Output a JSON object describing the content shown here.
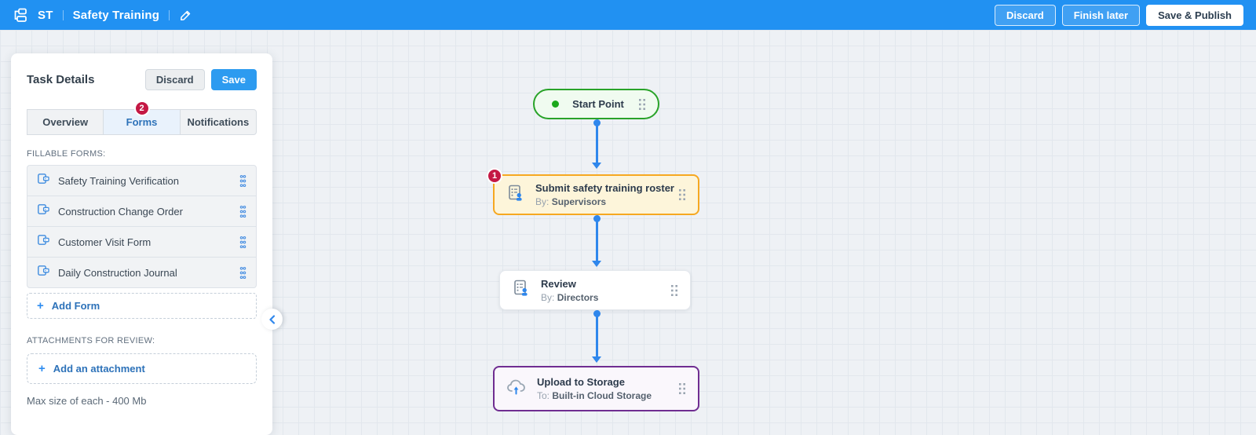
{
  "header": {
    "app_initials": "ST",
    "title": "Safety Training",
    "buttons": {
      "discard": "Discard",
      "finish_later": "Finish later",
      "save_publish": "Save & Publish"
    }
  },
  "panel": {
    "title": "Task Details",
    "buttons": {
      "discard": "Discard",
      "save": "Save"
    },
    "tabs": [
      {
        "label": "Overview",
        "active": false
      },
      {
        "label": "Forms",
        "active": true,
        "badge": "2"
      },
      {
        "label": "Notifications",
        "active": false
      }
    ],
    "fillable_forms_label": "FILLABLE FORMS:",
    "forms": [
      {
        "label": "Safety Training Verification"
      },
      {
        "label": "Construction Change Order"
      },
      {
        "label": "Customer Visit Form"
      },
      {
        "label": "Daily Construction Journal"
      }
    ],
    "add_form_label": "Add Form",
    "attachments_label": "ATTACHMENTS FOR REVIEW:",
    "add_attachment_label": "Add an attachment",
    "max_size_note": "Max size of each - 400 Mb",
    "plus_glyph": "+"
  },
  "canvas": {
    "nodes": [
      {
        "type": "start",
        "label": "Start Point"
      },
      {
        "type": "task",
        "badge": "1",
        "title": "Submit safety training roster",
        "meta_label": "By:",
        "meta_value": "Supervisors"
      },
      {
        "type": "task",
        "title": "Review",
        "meta_label": "By:",
        "meta_value": "Directors"
      },
      {
        "type": "storage",
        "title": "Upload to Storage",
        "meta_label": "To:",
        "meta_value": "Built-in Cloud Storage"
      }
    ]
  },
  "icons": {
    "logo": "workflow-icon",
    "edit": "pencil-icon",
    "form_row": "form-field-icon",
    "row_handle": "drag-handle-icon",
    "task_node": "task-assignee-icon",
    "storage_node": "cloud-upload-icon",
    "collapse": "chevron-left-icon",
    "add": "plus-icon"
  },
  "colors": {
    "header_bg": "#2191f2",
    "accent_blue": "#2f87ec",
    "badge_red": "#c41844",
    "node_green_border": "#29a329",
    "node_yellow_border": "#f6a821",
    "node_yellow_bg": "#fdf5da",
    "node_purple_border": "#6f2d91",
    "canvas_bg": "#eef1f5"
  }
}
